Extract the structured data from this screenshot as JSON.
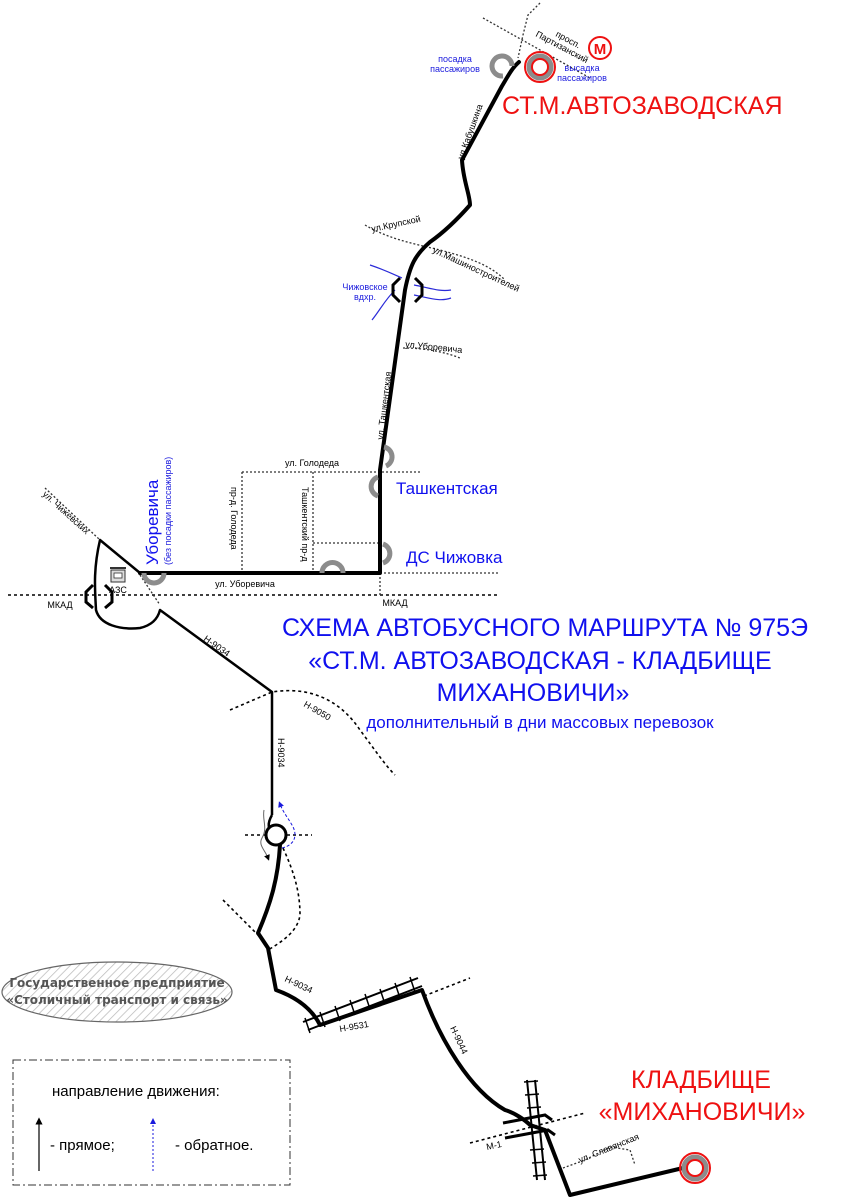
{
  "title": {
    "line1": "СХЕМА АВТОБУСНОГО МАРШРУТА № 975Э",
    "line2": "«СТ.М. АВТОЗАВОДСКАЯ - КЛАДБИЩЕ",
    "line3": "МИХАНОВИЧИ»",
    "subtitle": "дополнительный в дни массовых перевозок"
  },
  "route": {
    "number": "975Э",
    "color": "#000000",
    "reverse_color": "#1a1add"
  },
  "terminals": [
    {
      "name": "СТ.М.АВТОЗАВОДСКАЯ",
      "color": "#ee1111"
    },
    {
      "name_line1": "КЛАДБИЩЕ",
      "name_line2": "«МИХАНОВИЧИ»",
      "color": "#ee1111"
    }
  ],
  "metro": {
    "symbol": "М",
    "color": "#ee1111"
  },
  "terminal_notes": {
    "boarding_line1": "посадка",
    "boarding_line2": "пассажиров",
    "alighting_line1": "высадка",
    "alighting_line2": "пассажиров"
  },
  "stops": [
    {
      "name": "Ташкентская"
    },
    {
      "name": "ДС Чижовка"
    },
    {
      "name": "Уборевича",
      "note": "(без посадки пассажиров)"
    }
  ],
  "streets": {
    "partizansky_1": "просп.",
    "partizansky_2": "Партизанский",
    "kabushkina": "ул.Кабушкина",
    "krupskoy": "ул.Крупской",
    "mashinostroiteley": "ул.Машиностроителей",
    "reservoir_1": "Чижовское",
    "reservoir_2": "вдхр.",
    "uborevicha_upper": "ул.Уборевича",
    "tashkentskaya": "ул. Ташкентская",
    "golodeda": "ул. Голодеда",
    "pr_golodeda": "пр-д. Голодеда",
    "tashkentsky_pr": "Ташкентский пр-д",
    "uborevicha": "ул. Уборевича",
    "chizhevskikh": "ул. Чижевских",
    "azs": "АЗС",
    "mkad_left": "МКАД",
    "mkad_right": "МКАД",
    "h9034_a": "Н-9034",
    "h9034_b": "Н-9034",
    "h9034_c": "Н-9034",
    "h9050": "Н-9050",
    "h9531": "Н-9531",
    "h9044": "Н-9044",
    "m1": "М-1",
    "slavyanskaya": "ул. Славянская"
  },
  "organization": {
    "line1": "Государственное предприятие",
    "line2": "«Столичный транспорт и связь»"
  },
  "legend": {
    "title": "направление движения:",
    "forward": "- прямое;",
    "reverse": "- обратное."
  }
}
